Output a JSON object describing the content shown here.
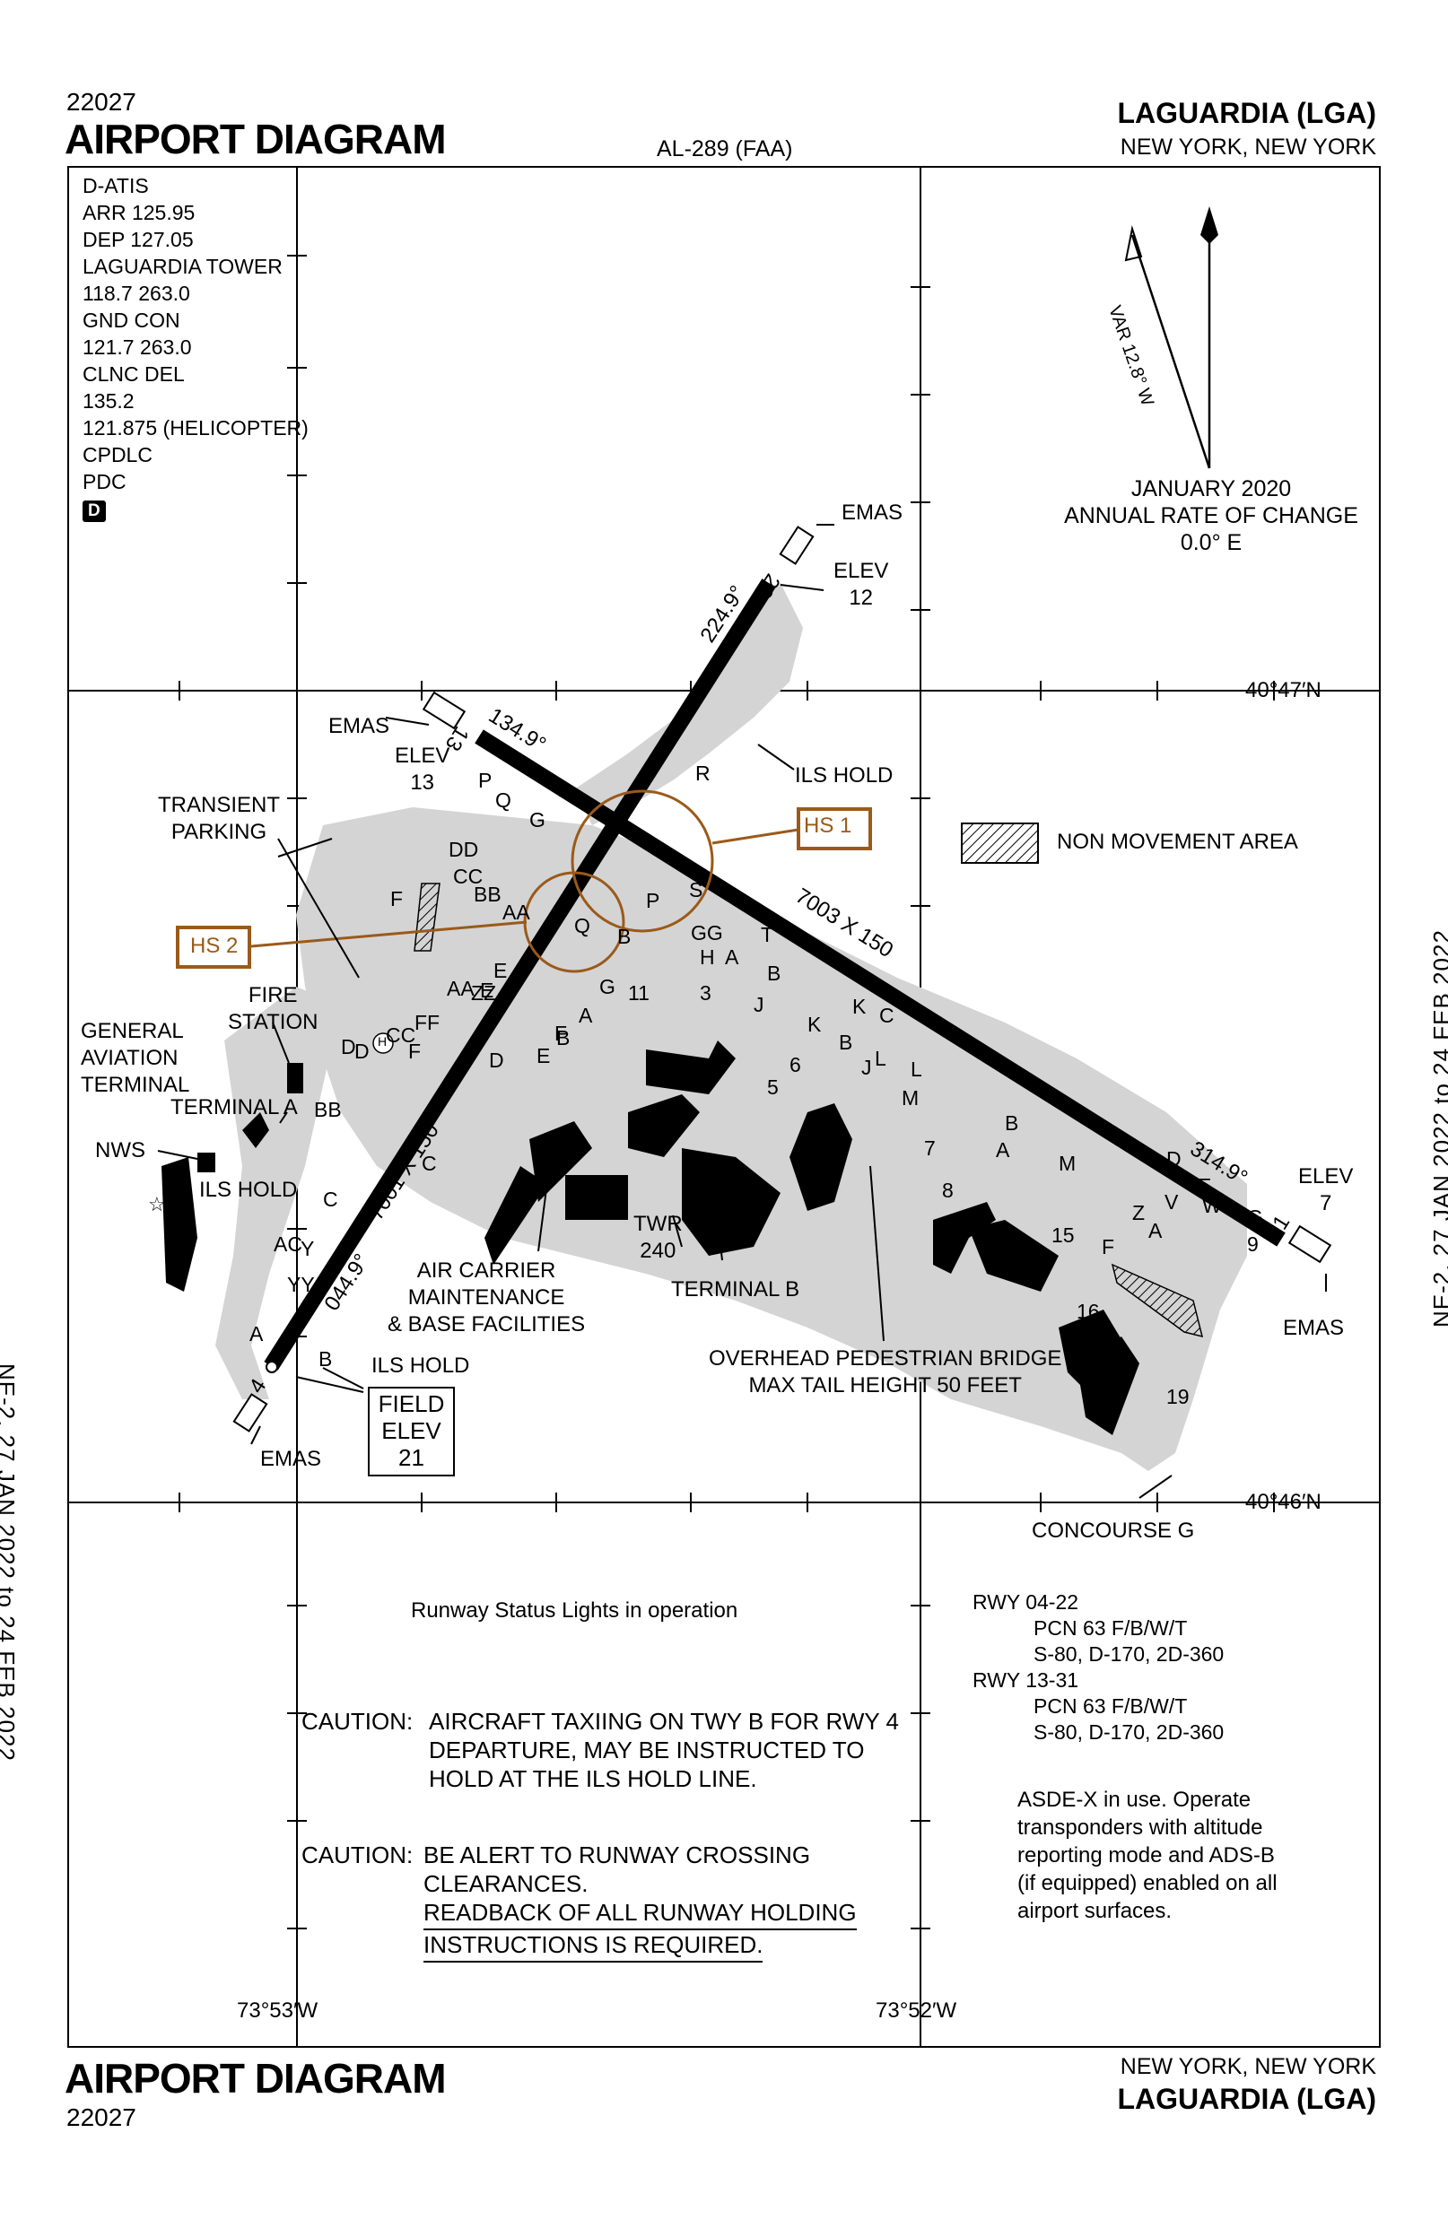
{
  "header": {
    "cycle": "22027",
    "title": "AIRPORT DIAGRAM",
    "chart_id": "AL-289 (FAA)",
    "airport_name": "LAGUARDIA (LGA)",
    "city": "NEW YORK, NEW YORK"
  },
  "footer": {
    "title": "AIRPORT DIAGRAM",
    "cycle": "22027",
    "city": "NEW YORK, NEW YORK",
    "airport_name": "LAGUARDIA (LGA)"
  },
  "frequencies": [
    "D-ATIS",
    "ARR 125.95",
    "DEP 127.05",
    "LAGUARDIA TOWER",
    "118.7  263.0",
    "GND CON",
    "121.7  263.0",
    "CLNC DEL",
    "135.2",
    "121.875 (HELICOPTER)",
    "CPDLC",
    "PDC"
  ],
  "dfd_badge": "D",
  "validity": {
    "left": "NE-2,  27 JAN 2022  to  24 FEB 2022",
    "right": "NE-2,  27 JAN 2022  to  24 FEB 2022"
  },
  "compass": {
    "variation": "VAR 12.8° W",
    "date": "JANUARY 2020",
    "rate_label": "ANNUAL RATE OF CHANGE",
    "rate_value": "0.0° E"
  },
  "coordinates": {
    "lat_north": "40°47′N",
    "lat_south": "40°46′N",
    "lon_west": "73°53′W",
    "lon_east": "73°52′W"
  },
  "runways": {
    "r04_22_dims": "7001 X 150",
    "r13_31_dims": "7003 X 150",
    "hdg_224": "224.9°",
    "hdg_134": "134.9°",
    "hdg_314": "314.9°",
    "hdg_044": "044.9°",
    "num_4": "4",
    "num_22": "22",
    "num_13": "13",
    "num_31": "31",
    "elev_22_label": "ELEV",
    "elev_22_value": "12",
    "elev_13_label": "ELEV",
    "elev_13_value": "13",
    "elev_31_label": "ELEV",
    "elev_31_value": "7"
  },
  "labels": {
    "emas": "EMAS",
    "ils_hold": "ILS HOLD",
    "hs1": "HS 1",
    "hs2": "HS 2",
    "non_movement": "NON MOVEMENT AREA",
    "transient_parking": [
      "TRANSIENT",
      "PARKING"
    ],
    "fire_station": [
      "FIRE",
      "STATION"
    ],
    "general_aviation": [
      "GENERAL",
      "AVIATION",
      "TERMINAL"
    ],
    "terminal_a": "TERMINAL A",
    "nws": "NWS",
    "air_carrier": [
      "AIR CARRIER",
      "MAINTENANCE",
      "& BASE FACILITIES"
    ],
    "twr": [
      "TWR",
      "240"
    ],
    "terminal_b": "TERMINAL B",
    "bridge": [
      "OVERHEAD PEDESTRIAN BRIDGE",
      "MAX TAIL HEIGHT 50 FEET"
    ],
    "concourse_g": "CONCOURSE G",
    "field_elev": [
      "FIELD",
      "ELEV",
      "21"
    ],
    "helipad": "H"
  },
  "taxiways": [
    "P",
    "Q",
    "G",
    "DD",
    "CC",
    "BB",
    "AA",
    "R",
    "S",
    "P",
    "Q",
    "B",
    "GG",
    "T",
    "A",
    "H",
    "B",
    "J",
    "K",
    "L",
    "M",
    "B",
    "A",
    "V",
    "W",
    "A",
    "Z",
    "F",
    "E",
    "D",
    "C",
    "Y",
    "YY",
    "AC",
    "B",
    "A",
    "E",
    "F",
    "G",
    "B",
    "AA",
    "ZZ",
    "CC",
    "FF",
    "C",
    "K",
    "J",
    "L",
    "M",
    "BB",
    "D",
    "F",
    "D",
    "E",
    "F",
    "A",
    "B",
    "C",
    "D",
    "E",
    "F",
    "G",
    "9",
    "8",
    "7",
    "6",
    "5",
    "3",
    "11",
    "15",
    "16",
    "19"
  ],
  "notes": {
    "rsl": "Runway Status Lights in operation",
    "caution1_tag": "CAUTION:",
    "caution1_lines": [
      "AIRCRAFT TAXIING ON TWY B FOR RWY 4",
      "DEPARTURE, MAY BE INSTRUCTED TO",
      "HOLD AT THE ILS HOLD LINE."
    ],
    "caution2_tag": "CAUTION:",
    "caution2_lines": [
      "BE ALERT TO RUNWAY CROSSING",
      "CLEARANCES."
    ],
    "caution2_underlined": [
      "READBACK OF ALL RUNWAY HOLDING",
      "INSTRUCTIONS IS REQUIRED."
    ]
  },
  "runway_info": [
    "RWY 04-22",
    "PCN 63 F/B/W/T",
    "S-80, D-170, 2D-360",
    "RWY 13-31",
    "PCN 63 F/B/W/T",
    "S-80, D-170, 2D-360"
  ],
  "asde_note": [
    "ASDE-X in use. Operate",
    "transponders with altitude",
    "reporting mode and ADS-B",
    "(if equipped) enabled on all",
    "airport surfaces."
  ],
  "colors": {
    "ink": "#000000",
    "pavement": "#d4d4d4",
    "hotspot": "#9a5a1a"
  }
}
